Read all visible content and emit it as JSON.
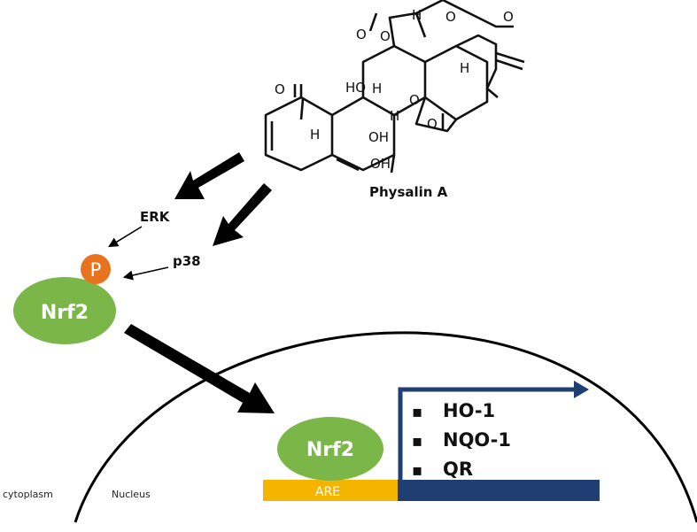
{
  "compound": {
    "name": "Physalin A",
    "atoms": {
      "o": "O",
      "h": "H",
      "ho": "HO",
      "oh": "OH"
    }
  },
  "kinases": {
    "erk": "ERK",
    "p38": "p38"
  },
  "phospho": {
    "label": "P"
  },
  "nrf2": {
    "cytoplasm_label": "Nrf2",
    "nucleus_label": "Nrf2"
  },
  "are": {
    "label": "ARE"
  },
  "genes": [
    "HO-1",
    "NQO-1",
    "QR"
  ],
  "regions": {
    "cytoplasm": "cytoplasm",
    "nucleus": "Nucleus"
  },
  "colors": {
    "nrf2": "#7ab648",
    "phospho": "#e8731e",
    "are": "#f5b400",
    "promoter": "#1f3f73",
    "arrow": "#000000"
  }
}
